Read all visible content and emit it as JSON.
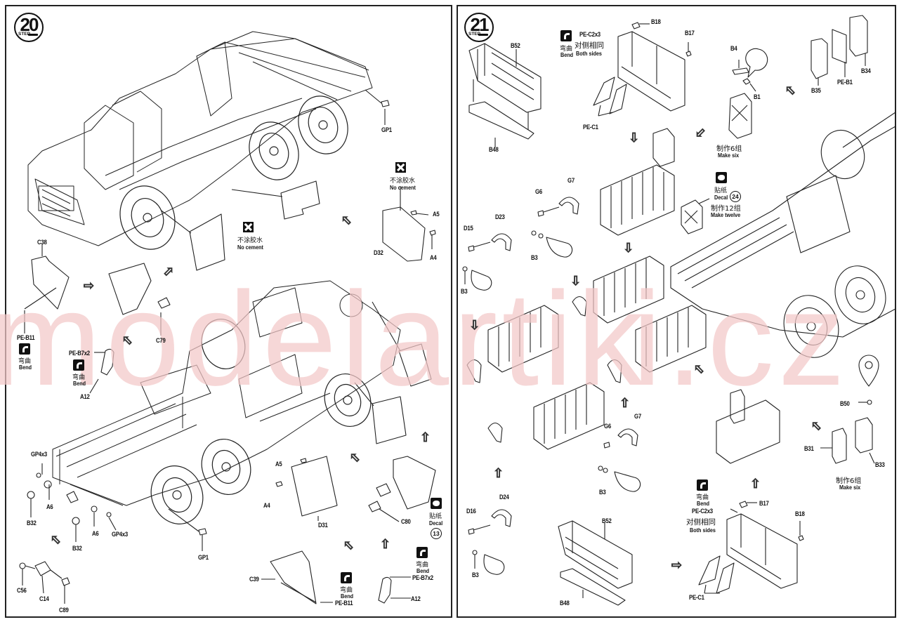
{
  "watermark": {
    "text_left": "modelartik",
    "text_right": "i.cz",
    "color": "#f3c8c8"
  },
  "steps": {
    "step20": {
      "number": "20",
      "word": "STEP"
    },
    "step21": {
      "number": "21",
      "word": "STEP"
    }
  },
  "page20": {
    "labels": {
      "gp1_top": "GP1",
      "a5_top": "A5",
      "a4_top": "A4",
      "d32": "D32",
      "no_cement_1_cn": "不涂胶水",
      "no_cement_1_en": "No cement",
      "no_cement_2_cn": "不涂胶水",
      "no_cement_2_en": "No cement",
      "c38": "C38",
      "pe_b11_left": "PE-B11",
      "bend_1_cn": "弯曲",
      "bend_1_en": "Bend",
      "c79": "C79",
      "pe_b7x2_left": "PE-B7x2",
      "bend_2_cn": "弯曲",
      "bend_2_en": "Bend",
      "a12_left": "A12",
      "gp4x3_a": "GP4x3",
      "a6_a": "A6",
      "b32_a": "B32",
      "a6_b": "A6",
      "b32_b": "B32",
      "gp4x3_b": "GP4x3",
      "gp1_bottom": "GP1",
      "c56": "C56",
      "c14": "C14",
      "c89": "C89",
      "a5_bottom": "A5",
      "a4_bottom": "A4",
      "d31": "D31",
      "c80": "C80",
      "decal_cn": "贴纸",
      "decal_en": "Decal",
      "decal_no": "13",
      "c39": "C39",
      "bend_3_cn": "弯曲",
      "bend_3_en": "Bend",
      "pe_b11_right": "PE-B11",
      "bend_4_cn": "弯曲",
      "bend_4_en": "Bend",
      "pe_b7x2_right": "PE-B7x2",
      "a12_right": "A12"
    }
  },
  "page21": {
    "labels": {
      "b52_top": "B52",
      "b48_top": "B48",
      "bend_1_cn": "弯曲",
      "bend_1_en": "Bend",
      "pe_c2x3_top": "PE-C2x3",
      "both_sides_1_cn": "对侧相同",
      "both_sides_1_en": "Both sides",
      "b18_top": "B18",
      "b17_top": "B17",
      "pe_c1_top": "PE-C1",
      "b4": "B4",
      "b1": "B1",
      "make_six_1_cn": "制作6组",
      "make_six_1_en": "Make six",
      "b35": "B35",
      "pe_b1": "PE-B1",
      "b34": "B34",
      "g6_top": "G6",
      "g7_top": "G7",
      "d15": "D15",
      "d23": "D23",
      "b3_a": "B3",
      "b3_b": "B3",
      "decal_cn": "贴纸",
      "decal_en": "Decal",
      "decal_no": "24",
      "make_twelve_cn": "制作12组",
      "make_twelve_en": "Make twelve",
      "b50": "B50",
      "b31": "B31",
      "b33": "B33",
      "make_six_2_cn": "制作6组",
      "make_six_2_en": "Make six",
      "g6_bottom": "G6",
      "g7_bottom": "G7",
      "b3_c": "B3",
      "d16": "D16",
      "d24": "D24",
      "b3_d": "B3",
      "b52_bottom": "B52",
      "b48_bottom": "B48",
      "bend_2_cn": "弯曲",
      "bend_2_en": "Bend",
      "pe_c2x3_bottom": "PE-C2x3",
      "both_sides_2_cn": "对侧相同",
      "both_sides_2_en": "Both sides",
      "b17_bottom": "B17",
      "b18_bottom": "B18",
      "pe_c1_bottom": "PE-C1"
    }
  }
}
